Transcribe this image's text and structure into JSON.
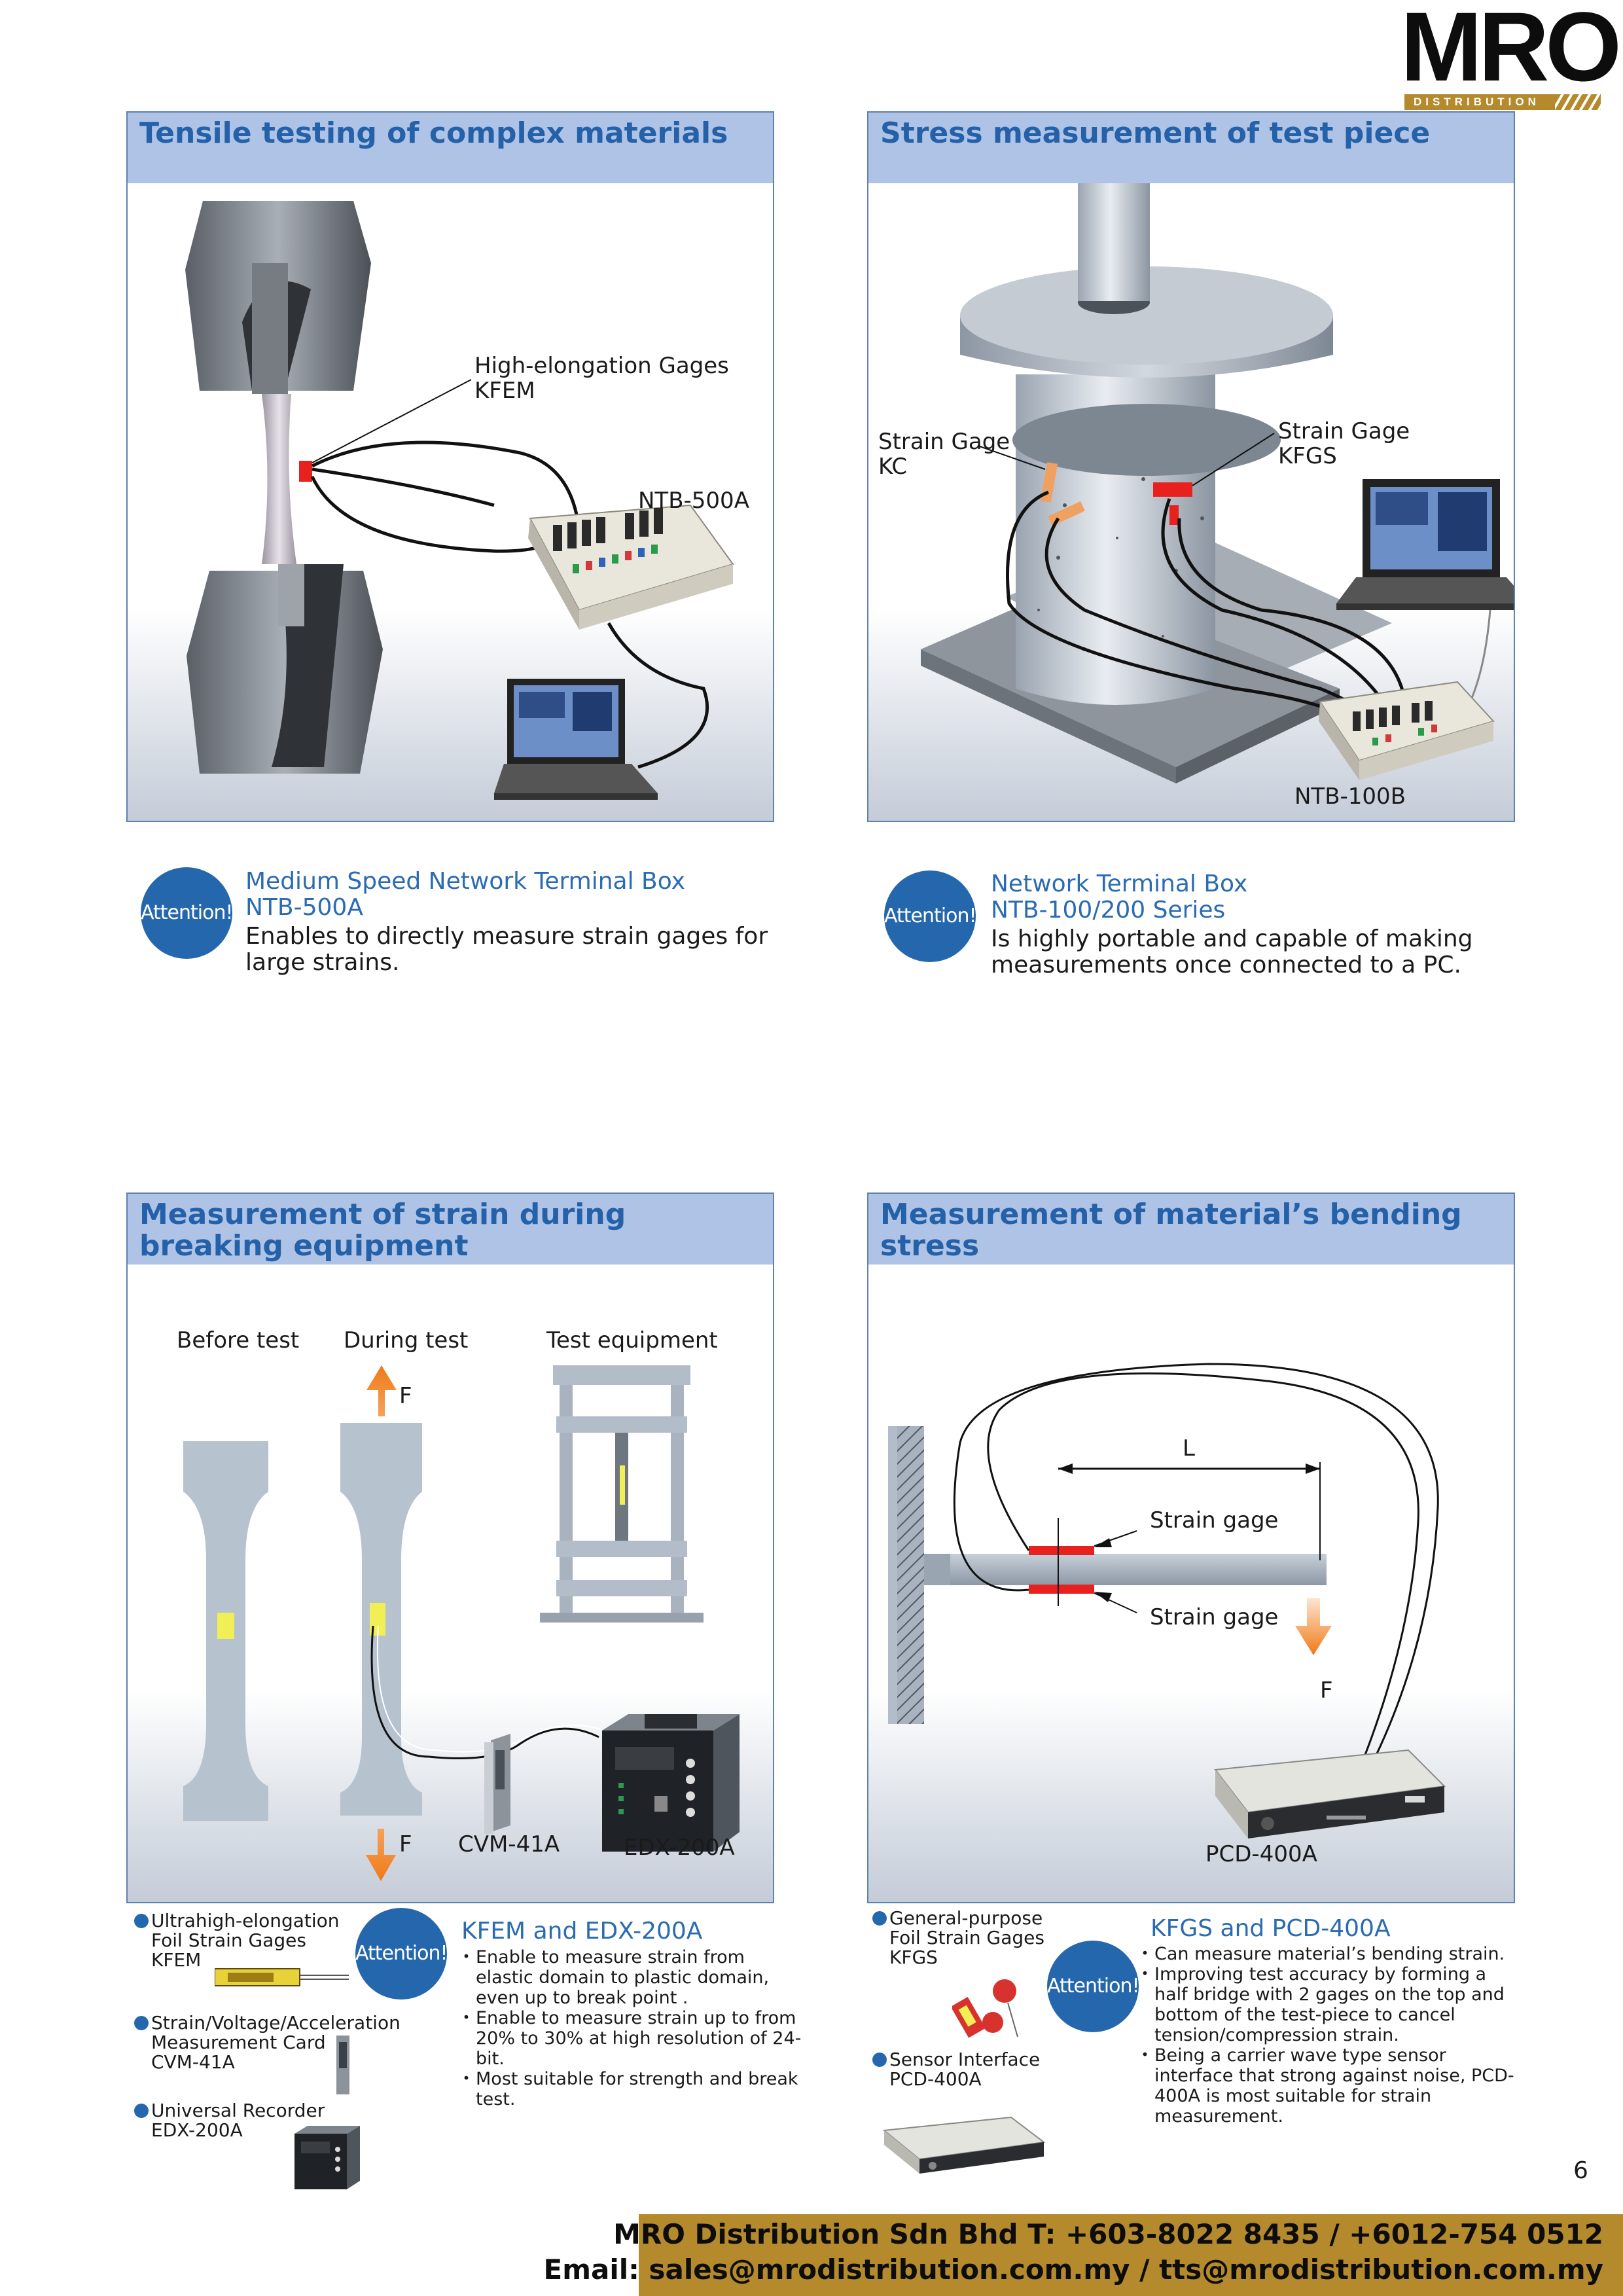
{
  "logo": {
    "text": "MRO",
    "subtext": "DISTRIBUTION"
  },
  "panels": {
    "tensile": {
      "title": "Tensile testing of complex materials",
      "label_gage": "High-elongation Gages\nKFEM",
      "label_device": "NTB-500A",
      "colors": {
        "gage": "#e8211f"
      }
    },
    "stress": {
      "title": "Stress measurement of test piece",
      "label_kc": "Strain Gage\nKC",
      "label_kfgs": "Strain Gage\nKFGS",
      "label_device": "NTB-100B"
    },
    "breaking": {
      "title": "Measurement of strain during breaking equipment",
      "label_before": "Before test",
      "label_during": "During test",
      "label_equipment": "Test equipment",
      "label_f_top": "F",
      "label_f_bottom": "F",
      "label_cvm": "CVM-41A",
      "label_edx": "EDX-200A"
    },
    "bending": {
      "title": "Measurement of material’s bending stress",
      "label_l": "L",
      "label_gage_top": "Strain gage",
      "label_gage_bottom": "Strain gage",
      "label_f": "F",
      "label_device": "PCD-400A"
    }
  },
  "attention": {
    "badge": "Attention!",
    "ntb500": {
      "title": "Medium Speed Network Terminal Box\nNTB-500A",
      "body": "Enables to directly measure strain gages for large strains."
    },
    "ntb100": {
      "title": "Network Terminal Box\nNTB-100/200 Series",
      "body": "Is highly portable and capable of making measurements once connected to a PC."
    },
    "kfem": {
      "title": "KFEM and EDX-200A",
      "bullets": [
        "Enable to measure strain from elastic domain to plastic domain, even up to break point .",
        "Enable to measure strain up to from 20% to 30% at high resolution of 24-bit.",
        "Most suitable for strength and break test."
      ]
    },
    "kfgs": {
      "title": "KFGS and PCD-400A",
      "bullets": [
        "Can measure material’s bending strain.",
        "Improving test accuracy by forming a half bridge with 2 gages on the top and bottom of the test-piece to cancel tension/compression strain.",
        "Being a carrier wave type sensor interface that strong against noise, PCD-400A is most suitable for strain measurement."
      ]
    }
  },
  "products": {
    "kfem": "Ultrahigh-elongation\nFoil Strain Gages\nKFEM",
    "cvm": "Strain/Voltage/Acceleration\nMeasurement Card\nCVM-41A",
    "edx": "Universal Recorder\nEDX-200A",
    "kfgs": "General-purpose\nFoil Strain Gages\nKFGS",
    "pcd": "Sensor Interface\nPCD-400A"
  },
  "page_number": "6",
  "footer": {
    "line1": "MRO Distribution Sdn Bhd T: +603-8022 8435 / +6012-754 0512",
    "line2": "Email: sales@mrodistribution.com.my / tts@mrodistribution.com.my"
  }
}
